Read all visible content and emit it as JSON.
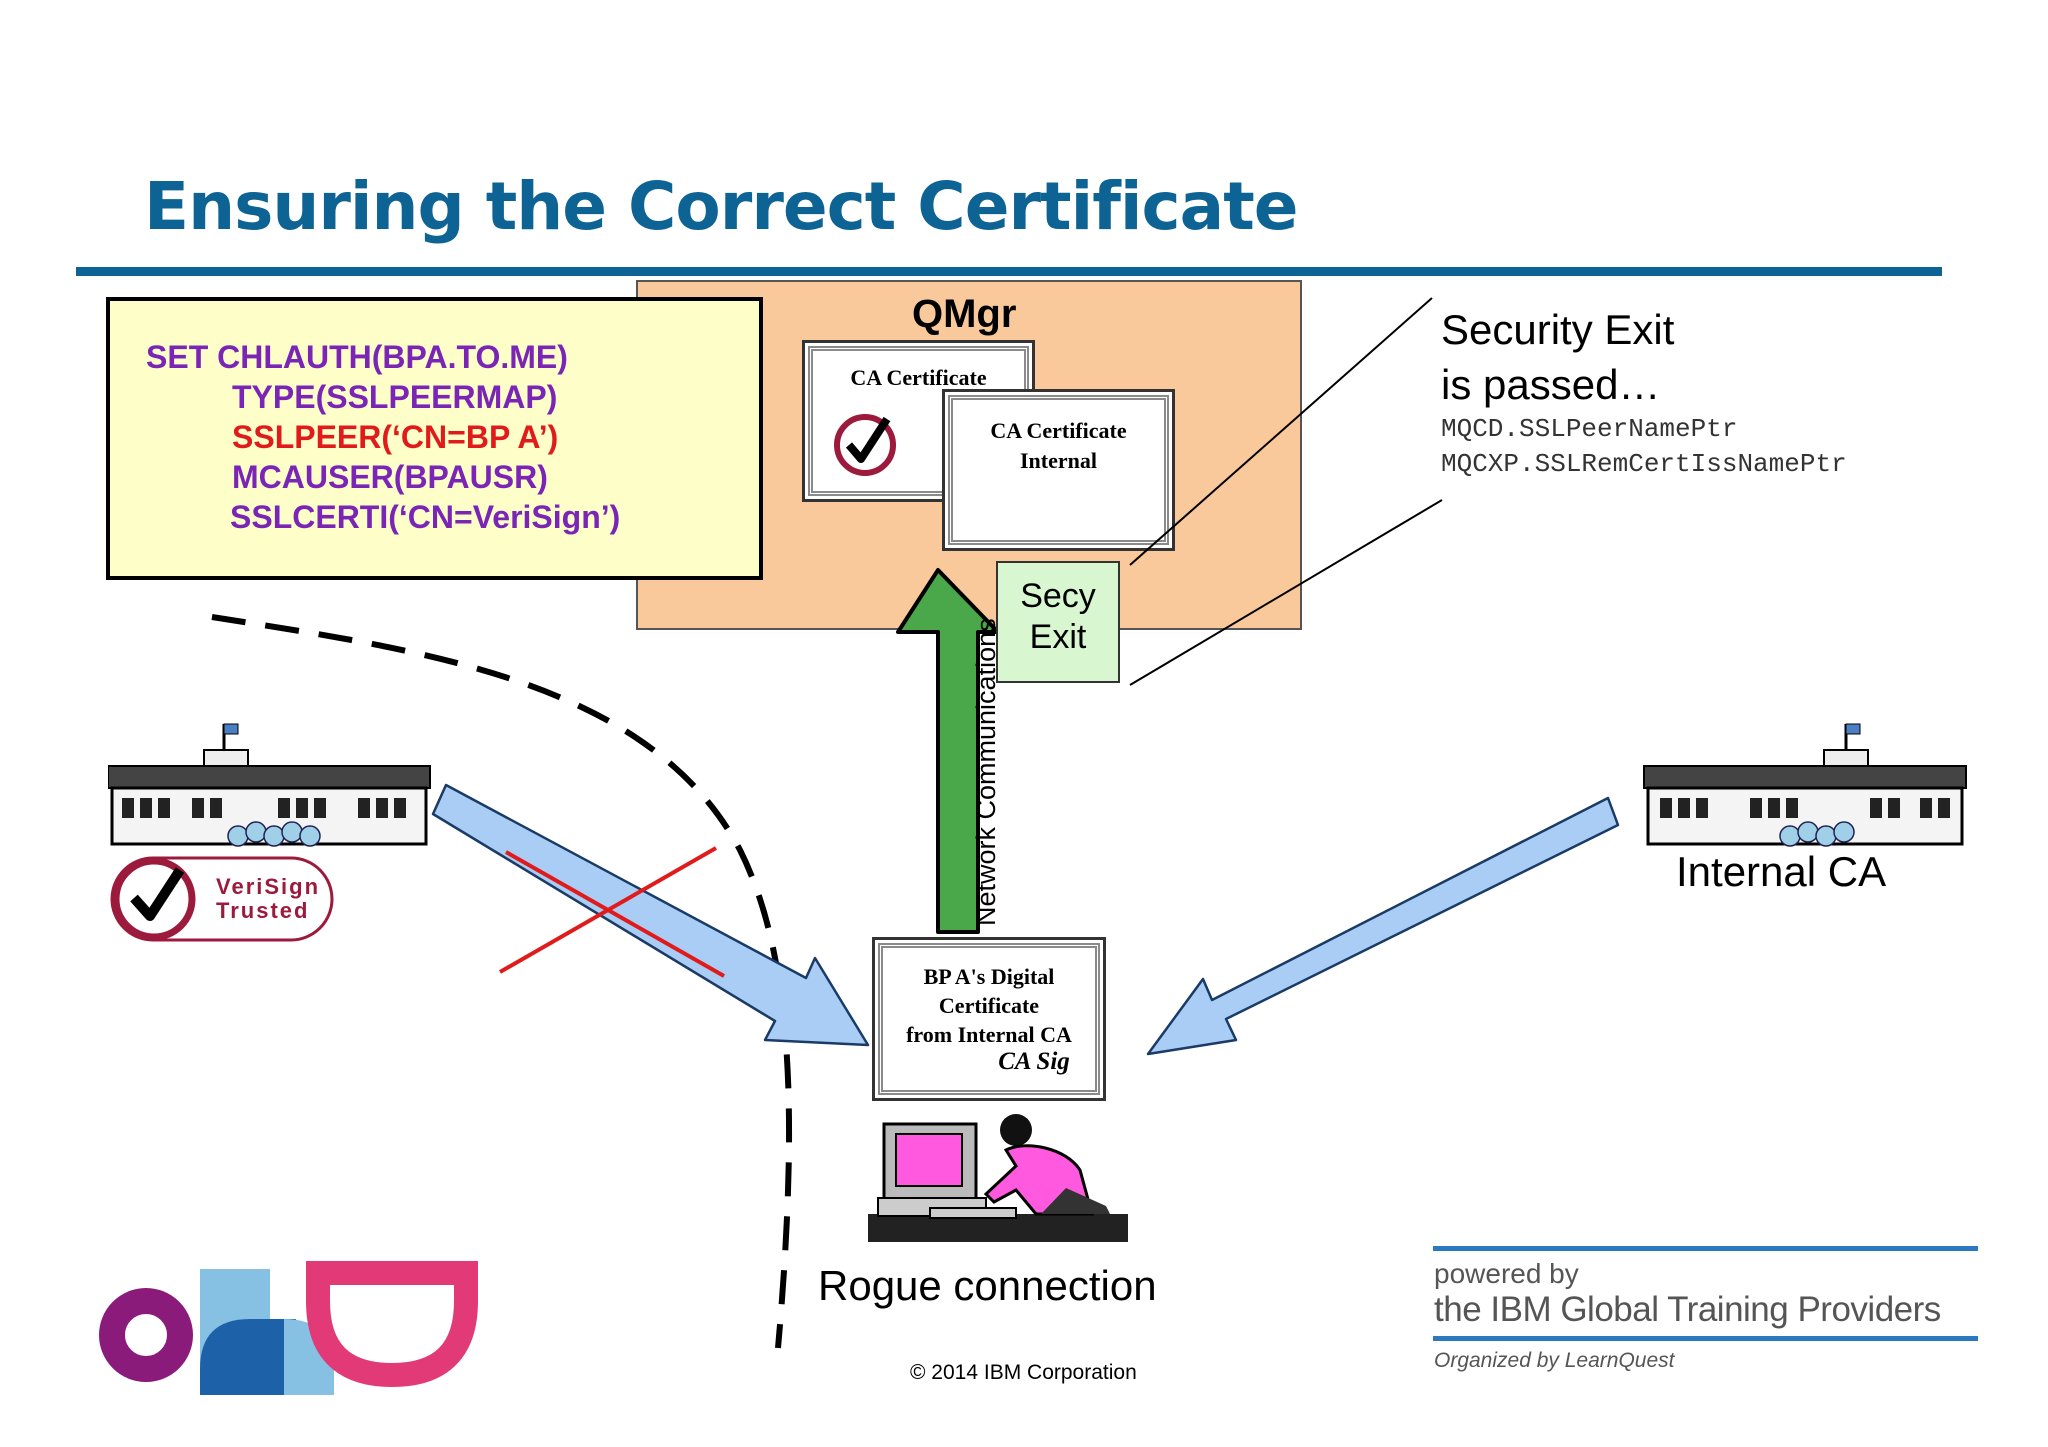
{
  "slide": {
    "title": "Ensuring the Correct Certificate"
  },
  "command_box": {
    "lines": [
      "SET  CHLAUTH(BPA.TO.ME)",
      "TYPE(SSLPEERMAP)",
      "SSLPEER(‘CN=BP A’)",
      "MCAUSER(BPAUSR)",
      "SSLCERTI(‘CN=VeriSign’)"
    ]
  },
  "qmgr": {
    "label": "QMgr",
    "ca_cert_1": "CA Certificate",
    "ca_cert_2_line1": "CA Certificate",
    "ca_cert_2_line2": "Internal"
  },
  "secy_exit": {
    "line1": "Secy",
    "line2": "Exit"
  },
  "network_label": "Network Communications",
  "security_exit_note": {
    "line1": "Security Exit",
    "line2": "is passed…",
    "field1": "MQCD.SSLPeerNamePtr",
    "field2": "MQCXP.SSLRemCertIssNamePtr"
  },
  "bp_cert": {
    "line1": "BP A's Digital",
    "line2": "Certificate",
    "line3": "from Internal CA",
    "sig": "CA Sig"
  },
  "verisign_badge": {
    "line1": "VeriSign",
    "line2": "Trusted"
  },
  "internal_ca_label": "Internal CA",
  "rogue_label": "Rogue connection",
  "copyright": "© 2014 IBM Corporation",
  "powered_by": {
    "line1": "powered by",
    "line2": "the IBM Global Training Providers",
    "line3": "Organized by LearnQuest"
  },
  "colors": {
    "title_blue": "#0d6394",
    "command_purple": "#7a25b5",
    "command_red": "#e01b1b",
    "qmgr_fill": "#f9c99c",
    "command_fill": "#fefec9",
    "arrow_blue": "#a9cdf5",
    "arrow_green": "#4aa84a",
    "verisign_red": "#9c1a3c"
  }
}
